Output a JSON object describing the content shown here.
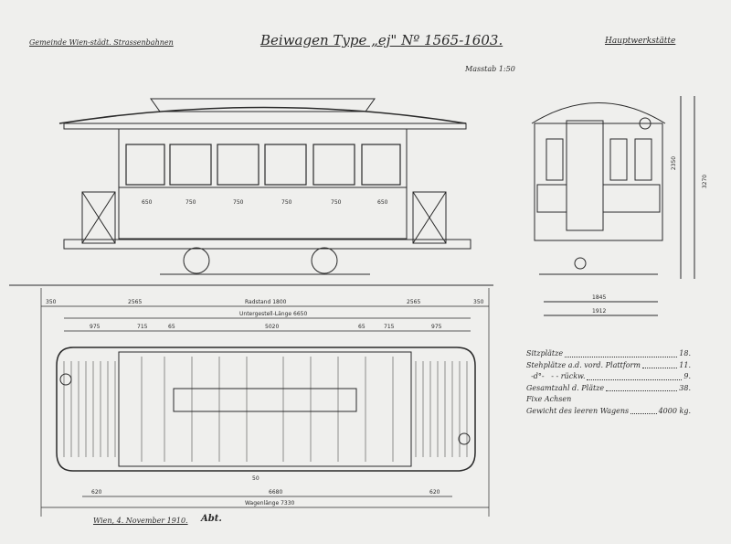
{
  "header": {
    "owner": "Gemeinde Wien-städt. Strassenbahnen",
    "title": "Beiwagen Type „ej\" Nº 1565-1603.",
    "workshop": "Hauptwerkstätte",
    "scale": "Masstab 1:50"
  },
  "dimensions": {
    "overhang_left": "350",
    "half_left": "2565",
    "wheelbase": "Radstand 1800",
    "half_right": "2565",
    "overhang_right": "350",
    "underframe": "Untergestell-Länge 6650",
    "platform_left": "975",
    "seg_left": "715",
    "seg_left_small": "65",
    "center": "5020",
    "seg_right_small": "65",
    "seg_right": "715",
    "platform_right": "975",
    "bottom_left": "620",
    "bottom_center": "6680",
    "bottom_right": "620",
    "small_50": "50",
    "wagon_length": "Wagenlänge 7330",
    "side_window_widths": [
      "650",
      "750",
      "750",
      "750",
      "750",
      "650"
    ],
    "end_width_1": "1845",
    "end_width_2": "1912",
    "height_total": "3270",
    "height_body": "2350"
  },
  "specs": [
    {
      "label": "Sitzplätze",
      "value": "18."
    },
    {
      "label": "Stehplätze a.d. vord. Plattform",
      "value": "11."
    },
    {
      "label": "  -d°-   - - rückw.",
      "value": "9."
    },
    {
      "label": "Gesamtzahl d. Plätze",
      "value": "38."
    },
    {
      "label": "Fixe Achsen",
      "value": ""
    },
    {
      "label": "Gewicht des leeren Wagens",
      "value": "4000 kg."
    }
  ],
  "footer": {
    "place_date": "Wien, 4. November 1910.",
    "signature": "Abt."
  }
}
